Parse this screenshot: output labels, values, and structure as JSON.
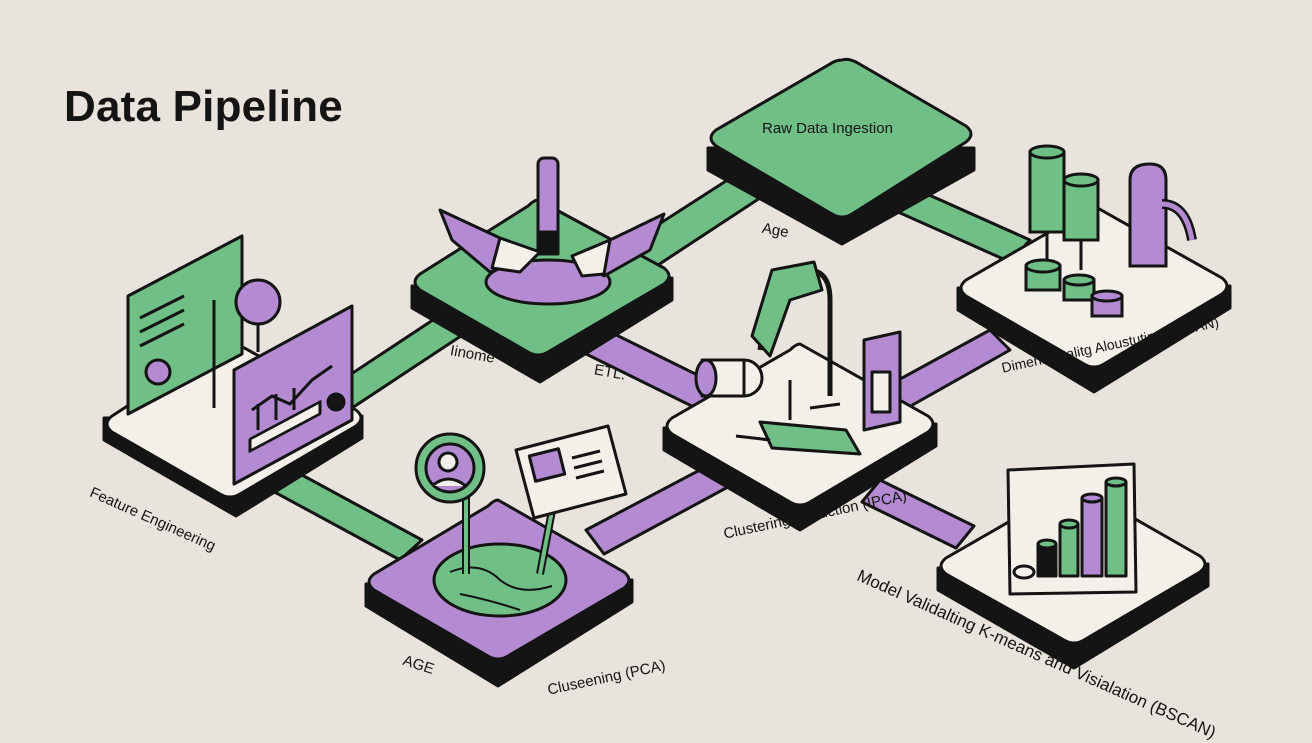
{
  "title": "Data Pipeline",
  "colors": {
    "background": "#e8e4dd",
    "green": "#6fbf86",
    "purple": "#b48bd2",
    "outline": "#141414",
    "cream": "#f3f0ea"
  },
  "nodes": {
    "raw_data": {
      "label": "Raw Data Ingestion",
      "color": "green"
    },
    "etl": {
      "label": "ETL.",
      "color": "green",
      "icon": "handshake-icon"
    },
    "feature_engineering": {
      "label": "Feature Engineering",
      "color": "cream",
      "icon": "dashboard-icon"
    },
    "dimensionality": {
      "label": "Dimensionalitg Aloustutim (PSCAN)",
      "color": "cream",
      "icon": "cylinders-icon"
    },
    "clustering_reduction": {
      "label": "Clustering Aeduction (IPCA)",
      "color": "cream",
      "icon": "arch-icon"
    },
    "age_node": {
      "label": "AGE",
      "color": "purple",
      "icon": "avatar-icon"
    },
    "model_validation": {
      "label": "Model Validalting K-means and Visialation (BSCAN)",
      "color": "cream",
      "icon": "bar-chart-icon"
    }
  },
  "edge_labels": {
    "age_top": "Age",
    "linome": "Iinome",
    "clusteering": "Cluseening (PCA)"
  }
}
